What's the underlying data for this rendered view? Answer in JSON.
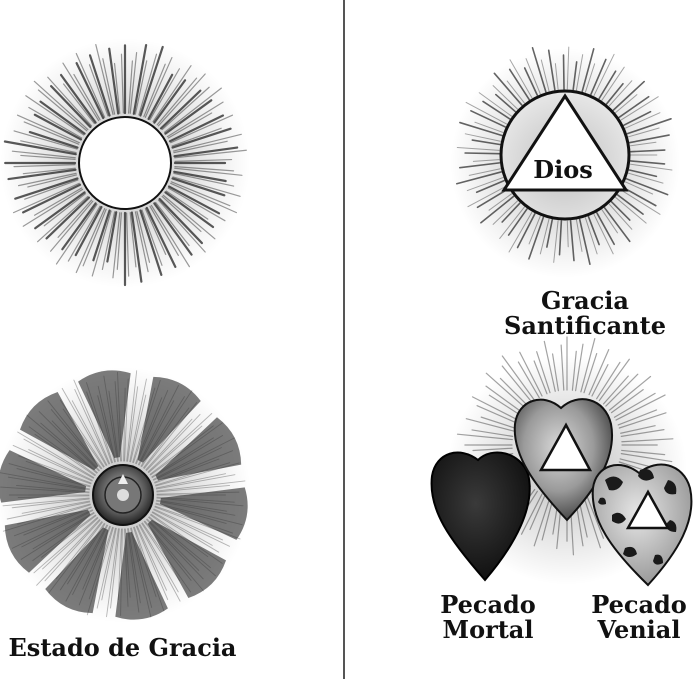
{
  "labels": {
    "estado_de_gracia": "Estado de Gracia",
    "dios": "Dios",
    "gracia_santificante": [
      "Gracia",
      "Santificante"
    ],
    "pecado_mortal": [
      "Pecado",
      "Mortal"
    ],
    "pecado_venial": [
      "Pecado",
      "Venial"
    ]
  },
  "colors": {
    "ink": "#111111",
    "divider": "#555555",
    "background": "#ffffff"
  }
}
